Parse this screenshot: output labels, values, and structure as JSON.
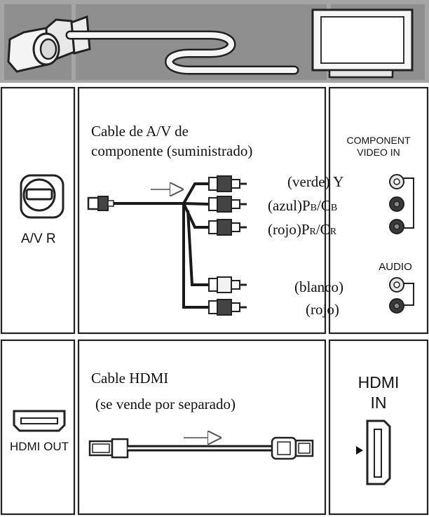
{
  "colors": {
    "header_band": "#a5a5a5",
    "header_panel": "#8f8f8f",
    "cable_black": "#1a1a1a",
    "plug_dark": "#444444",
    "plug_light": "#f2f2f2",
    "jack_dark": "#3a3a3a",
    "jack_light": "#e6e6e6"
  },
  "camcorder_av": {
    "jack_label": "A/V  R"
  },
  "component_cable": {
    "title_line1": "Cable de A/V de",
    "title_line2": "componente (suministrado)",
    "label_green": "(verde) Y",
    "label_blue_main": "(azul)P",
    "label_blue_sub": "B",
    "label_blue_sep": "/C",
    "label_blue_sub2": "B",
    "label_red_main": "(rojo)P",
    "label_red_sub": "R",
    "label_red_sep": "/C",
    "label_red_sub2": "R",
    "label_white": "(blanco)",
    "label_red_audio": "(rojo)"
  },
  "tv_component": {
    "video_label_line1": "COMPONENT",
    "video_label_line2": "VIDEO IN",
    "audio_label": "AUDIO"
  },
  "camcorder_hdmi": {
    "jack_label": "HDMI OUT"
  },
  "hdmi_cable": {
    "title_line1": "Cable HDMI",
    "title_line2": "(se vende por separado)"
  },
  "tv_hdmi": {
    "label_line1": "HDMI",
    "label_line2": "IN"
  }
}
